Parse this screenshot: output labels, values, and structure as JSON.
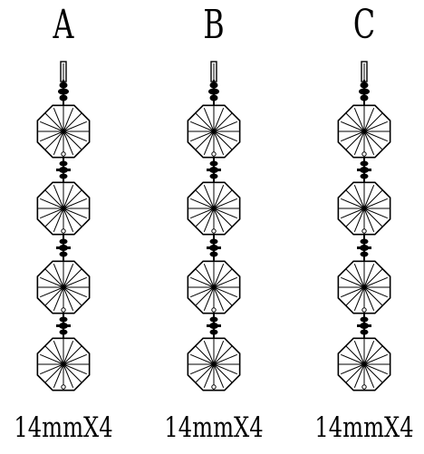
{
  "strands": [
    {
      "label": "A",
      "caption": "14mmX4",
      "bead_count": 4
    },
    {
      "label": "B",
      "caption": "14mmX4",
      "bead_count": 4
    },
    {
      "label": "C",
      "caption": "14mmX4",
      "bead_count": 4
    }
  ],
  "colors": {
    "line": "#000000",
    "background": "#ffffff"
  }
}
